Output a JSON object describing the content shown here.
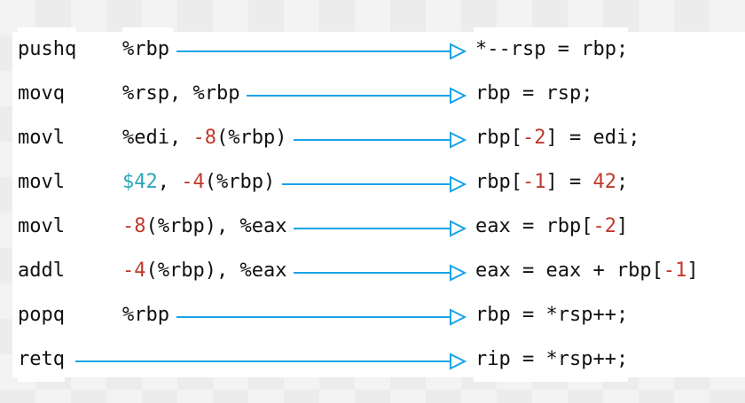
{
  "colors": {
    "text": "#111111",
    "number": "#c0392b",
    "immediate": "#2aa8b8",
    "arrow": "#1aa3e8",
    "panel": "#ffffff"
  },
  "rows": [
    {
      "mnemonic": "pushq",
      "operands": [
        {
          "t": "%rbp",
          "k": "plain"
        }
      ],
      "result": [
        {
          "t": "*--rsp = rbp;",
          "k": "plain"
        }
      ]
    },
    {
      "mnemonic": "movq",
      "operands": [
        {
          "t": "%rsp, %rbp",
          "k": "plain"
        }
      ],
      "result": [
        {
          "t": "rbp = rsp;",
          "k": "plain"
        }
      ]
    },
    {
      "mnemonic": "movl",
      "operands": [
        {
          "t": "%edi, ",
          "k": "plain"
        },
        {
          "t": "-8",
          "k": "num"
        },
        {
          "t": "(%rbp)",
          "k": "plain"
        }
      ],
      "result": [
        {
          "t": "rbp[",
          "k": "plain"
        },
        {
          "t": "-2",
          "k": "num"
        },
        {
          "t": "] = edi;",
          "k": "plain"
        }
      ]
    },
    {
      "mnemonic": "movl",
      "operands": [
        {
          "t": "$42",
          "k": "imm"
        },
        {
          "t": ", ",
          "k": "plain"
        },
        {
          "t": "-4",
          "k": "num"
        },
        {
          "t": "(%rbp)",
          "k": "plain"
        }
      ],
      "result": [
        {
          "t": "rbp[",
          "k": "plain"
        },
        {
          "t": "-1",
          "k": "num"
        },
        {
          "t": "] = ",
          "k": "plain"
        },
        {
          "t": "42",
          "k": "num"
        },
        {
          "t": ";",
          "k": "plain"
        }
      ]
    },
    {
      "mnemonic": "movl",
      "operands": [
        {
          "t": "-8",
          "k": "num"
        },
        {
          "t": "(%rbp), %eax",
          "k": "plain"
        }
      ],
      "result": [
        {
          "t": "eax = rbp[",
          "k": "plain"
        },
        {
          "t": "-2",
          "k": "num"
        },
        {
          "t": "]",
          "k": "plain"
        }
      ]
    },
    {
      "mnemonic": "addl",
      "operands": [
        {
          "t": "-4",
          "k": "num"
        },
        {
          "t": "(%rbp), %eax",
          "k": "plain"
        }
      ],
      "result": [
        {
          "t": "eax = eax + rbp[",
          "k": "plain"
        },
        {
          "t": "-1",
          "k": "num"
        },
        {
          "t": "]",
          "k": "plain"
        }
      ]
    },
    {
      "mnemonic": "popq",
      "operands": [
        {
          "t": "%rbp",
          "k": "plain"
        }
      ],
      "result": [
        {
          "t": "rbp = *rsp++;",
          "k": "plain"
        }
      ]
    },
    {
      "mnemonic": "retq",
      "operands": [],
      "result": [
        {
          "t": "rip = *rsp++;",
          "k": "plain"
        }
      ]
    }
  ]
}
